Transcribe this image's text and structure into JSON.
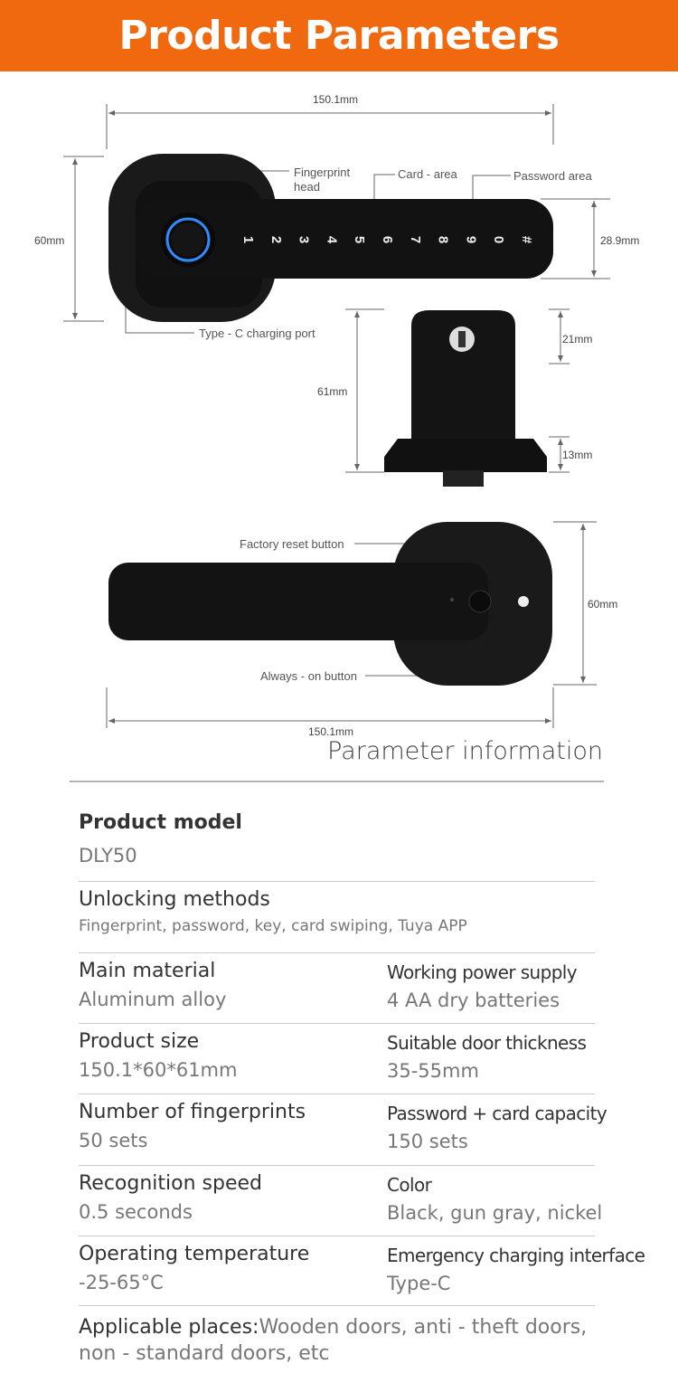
{
  "header": {
    "title": "Product Parameters"
  },
  "diagram": {
    "top_view": {
      "width": "150.1mm",
      "height": "60mm",
      "lever_height": "28.9mm",
      "labels": {
        "fingerprint": "Fingerprint",
        "fingerprint2": "head",
        "card": "Card - area",
        "password": "Password area",
        "typec": "Type - C charging port"
      },
      "keys": [
        "1",
        "2",
        "3",
        "4",
        "5",
        "6",
        "7",
        "8",
        "9",
        "0",
        "#"
      ]
    },
    "side_view": {
      "height": "61mm",
      "top": "21mm",
      "base": "13mm"
    },
    "back_view": {
      "width": "150.1mm",
      "height": "60mm",
      "labels": {
        "reset": "Factory reset button",
        "always_on": "Always - on button"
      }
    }
  },
  "section_title": "Parameter information",
  "params": {
    "model": {
      "label": "Product model",
      "value": "DLY50"
    },
    "unlocking": {
      "label": "Unlocking methods",
      "value": "Fingerprint, password, key, card swiping, Tuya APP"
    },
    "rows": [
      {
        "l_label": "Main material",
        "l_value": "Aluminum alloy",
        "r_label": "Working power supply",
        "r_value": "4 AA dry batteries"
      },
      {
        "l_label": "Product size",
        "l_value": "150.1*60*61mm",
        "r_label": "Suitable door thickness",
        "r_value": "35-55mm"
      },
      {
        "l_label": "Number of fingerprints",
        "l_value": "50 sets",
        "r_label": "Password + card capacity",
        "r_value": "150 sets"
      },
      {
        "l_label": "Recognition speed",
        "l_value": "0.5 seconds",
        "r_label": "Color",
        "r_value": "Black, gun gray, nickel"
      },
      {
        "l_label": "Operating temperature",
        "l_value": "-25-65°C",
        "r_label": "Emergency charging interface",
        "r_value": "Type-C"
      }
    ],
    "places": {
      "label": "Applicable places:",
      "value": "Wooden doors, anti - theft doors, non - standard doors, etc"
    }
  },
  "colors": {
    "brand": "#f0690f",
    "ring": "#2f8cff"
  }
}
